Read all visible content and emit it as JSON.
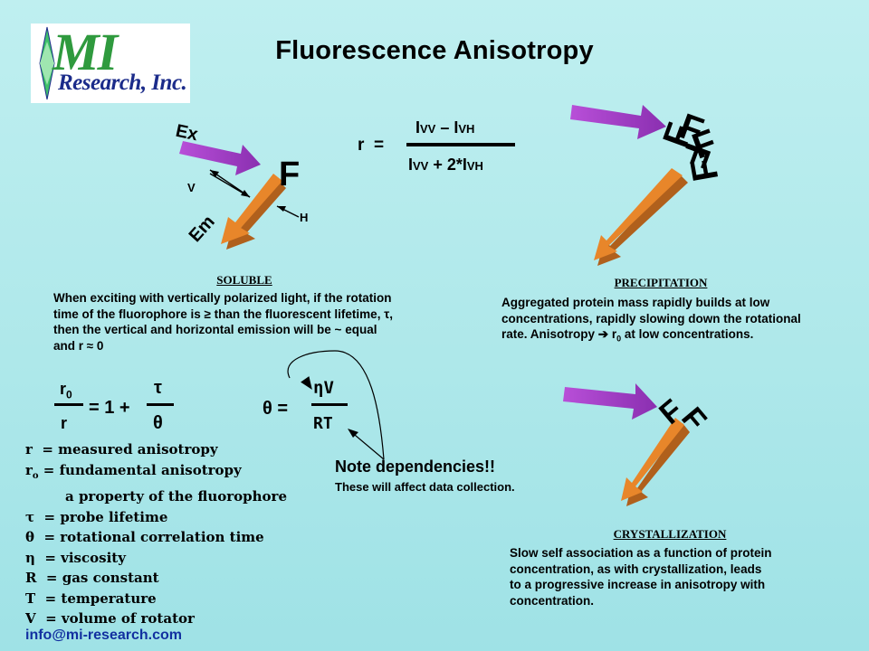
{
  "logo": {
    "mark": "MI",
    "company": "Research, Inc.",
    "colors": {
      "green": "#2f9a3e",
      "blue": "#1b2b8a",
      "diamond": "#3fc06a"
    }
  },
  "title": "Fluorescence Anisotropy",
  "diagram": {
    "ex": "Ex",
    "em": "Em",
    "f": "F",
    "v": "V",
    "h": "H"
  },
  "formula_r": {
    "lhs": "r",
    "eq": "=",
    "num_a": "I",
    "num_a_sub": "VV",
    "num_op": " – I",
    "num_b_sub": "VH",
    "den_a": "I",
    "den_a_sub": "VV",
    "den_op": " + 2*I",
    "den_b_sub": "VH"
  },
  "soluble": {
    "heading": "SOLUBLE",
    "lines": [
      "When exciting with vertically polarized light, if the rotation",
      "time of the fluorophore is  ≥ than the fluorescent lifetime, τ,",
      "then the vertical and horizontal emission will be ~ equal",
      "and r ≈ 0"
    ]
  },
  "precipitation": {
    "heading": "PRECIPITATION",
    "lines": [
      "Aggregated protein mass rapidly builds at low",
      "concentrations, rapidly slowing down the rotational",
      "rate.  Anisotropy "
    ],
    "arrow_glyph": "➔",
    "tail_r": "r",
    "tail_sub": "0",
    "tail_end": " at  low concentrations."
  },
  "perrin": {
    "r0": "r",
    "r0_sub": "0",
    "r": "r",
    "eq": "= 1 +",
    "tau": "τ",
    "theta": "θ"
  },
  "theta_formula": {
    "lhs": "θ =",
    "num": "ηV",
    "den": "RT"
  },
  "note": {
    "title": "Note dependencies!!",
    "sub": "These will affect data collection."
  },
  "definitions": [
    {
      "sym": "r",
      "sub": "",
      "text": "  = measured anisotropy"
    },
    {
      "sym": "r",
      "sub": "o",
      "text": " = fundamental anisotropy"
    },
    {
      "sym": "",
      "sub": "",
      "text": "a property of the fluorophore",
      "indent": true
    },
    {
      "sym": "τ",
      "sub": "",
      "text": "  = probe lifetime"
    },
    {
      "sym": "θ",
      "sub": "",
      "text": "  = rotational correlation time"
    },
    {
      "sym": "η",
      "sub": "",
      "text": "  = viscosity"
    },
    {
      "sym": "R",
      "sub": "",
      "text": "  = gas constant"
    },
    {
      "sym": "T",
      "sub": "",
      "text": "  = temperature"
    },
    {
      "sym": "V",
      "sub": "",
      "text": "  = volume of rotator"
    }
  ],
  "crystallization": {
    "heading": "CRYSTALLIZATION",
    "lines": [
      "Slow self association as a function of protein",
      "concentration, as with crystallization, leads",
      "to a progressive increase in anisotropy with",
      "concentration."
    ]
  },
  "email": "info@mi-research.com",
  "colors": {
    "excitation": "#a33fc8",
    "emission": "#e8862a",
    "emission_dark": "#b0601c",
    "email": "#1230a0"
  }
}
